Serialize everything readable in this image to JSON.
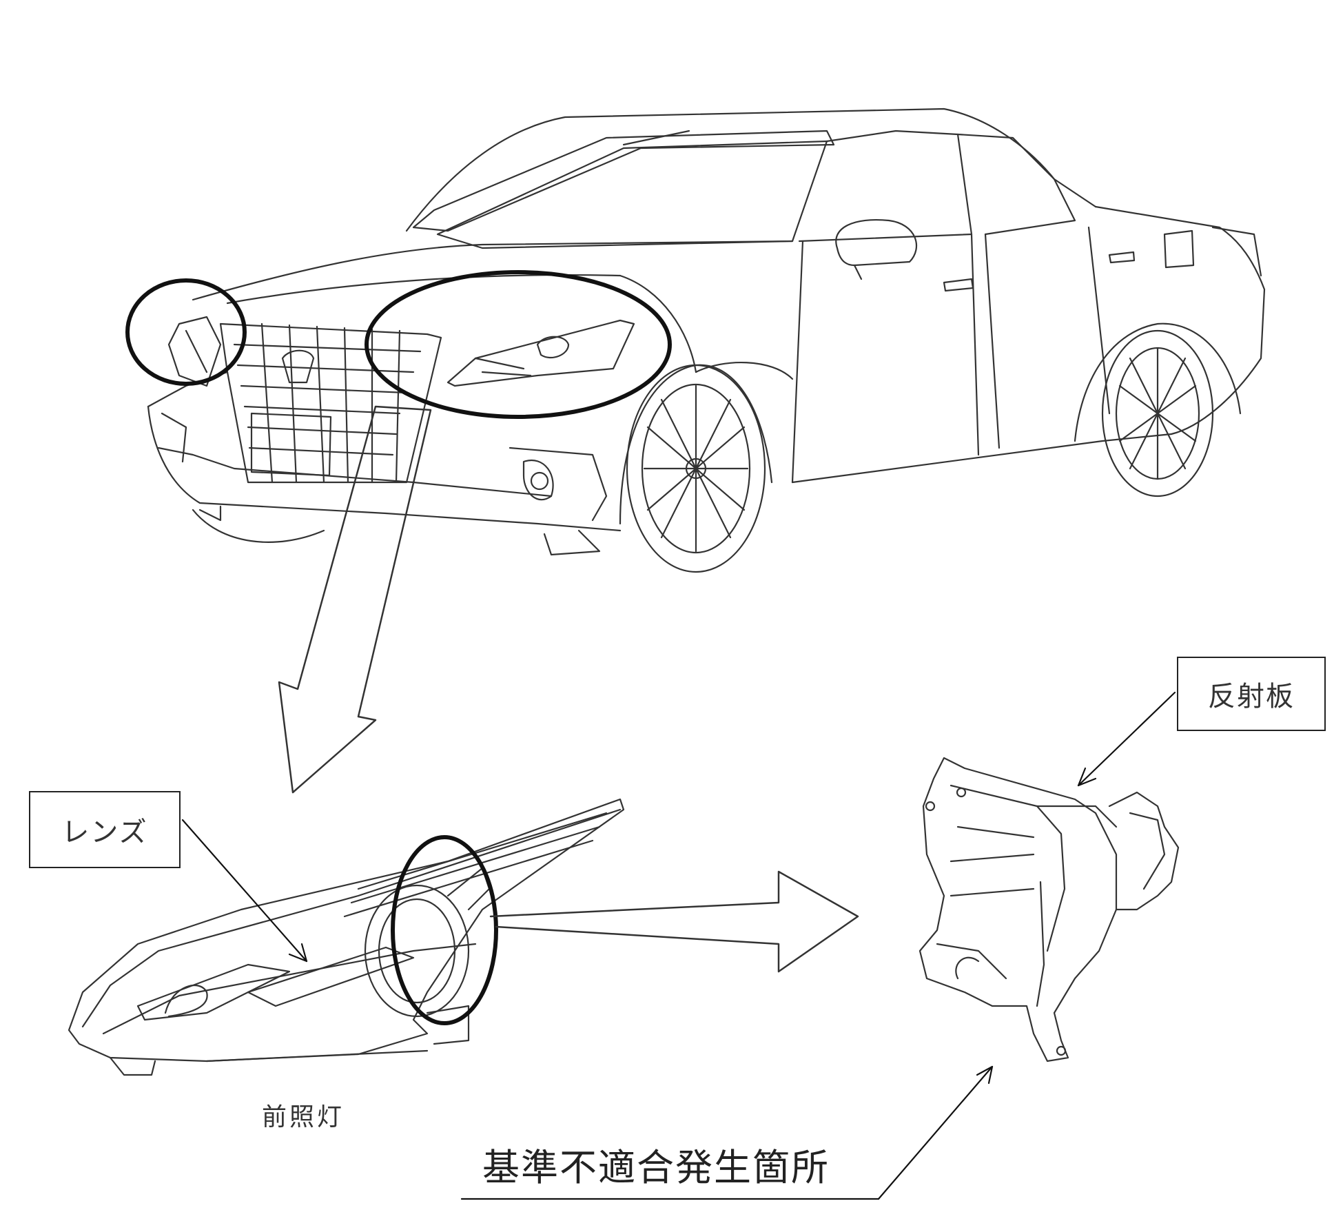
{
  "labels": {
    "lens": "レンズ",
    "reflector": "反射板",
    "headlamp": "前照灯",
    "nonconformity_location": "基準不適合発生箇所"
  },
  "colors": {
    "line": "#222222",
    "background": "#ffffff"
  }
}
